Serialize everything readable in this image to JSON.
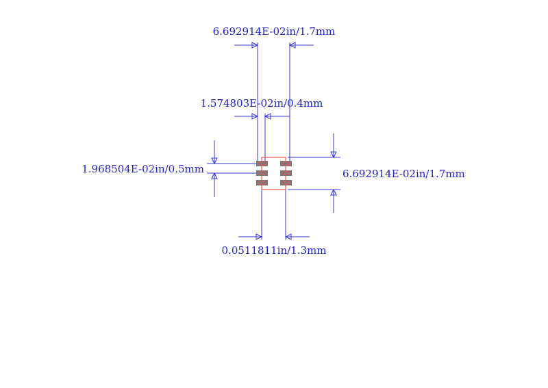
{
  "dimensions": {
    "top_width": "6.692914E-02in/1.7mm",
    "pad_pitch_x": "1.574803E-02in/0.4mm",
    "pad_pitch_y": "1.968504E-02in/0.5mm",
    "right_height": "6.692914E-02in/1.7mm",
    "bottom_width": "0.0511811in/1.3mm"
  },
  "colors": {
    "dimension": "#3333dd",
    "dimension_text": "#2222cc",
    "outline": "#ee3333",
    "pad": "#777777"
  }
}
